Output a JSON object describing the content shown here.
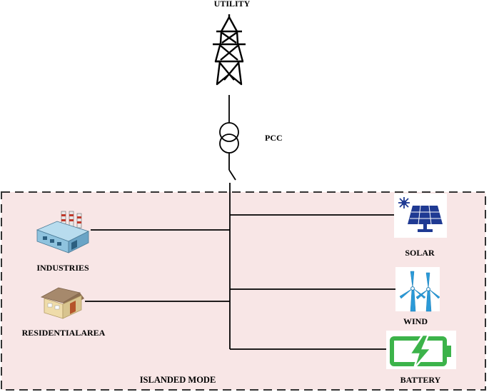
{
  "labels": {
    "utility": "UTILITY",
    "pcc": "PCC",
    "industries": "INDUSTRIES",
    "residential": "RESIDENTIALAREA",
    "solar": "SOLAR",
    "wind": "WIND",
    "battery": "BATTERY",
    "mode": "ISLANDED MODE"
  },
  "colors": {
    "island_fill": "#f8e6e6",
    "island_border": "#333333",
    "solar_panel": "#1f3a93",
    "solar_sun": "#1f3a93",
    "wind_turbine": "#2b9ad8",
    "battery": "#3cb34a",
    "factory": "#8fc3de",
    "house_wall": "#efdcaa",
    "house_roof": "#a6896c"
  },
  "icons": [
    "transmission-tower-icon",
    "transformer-icon",
    "switch-icon",
    "factory-icon",
    "house-icon",
    "solar-panel-icon",
    "wind-turbine-icon",
    "battery-icon"
  ]
}
